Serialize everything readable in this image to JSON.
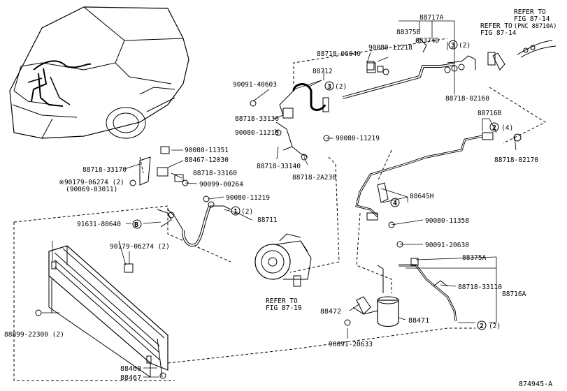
{
  "diagram_id": "874945-A",
  "labels": {
    "p88717A": "88717A",
    "p88375B": "88375B",
    "p88374D": "88374D",
    "c3_top": "3",
    "q2_top": "(2)",
    "refer_87_14_a_1": "REFER TO",
    "refer_87_14_a_2": "FIG 87-14",
    "refer_87_14_b_1": "REFER TO",
    "refer_87_14_b_2": "FIG 87-14",
    "refer_87_14_b_3": "(PNC 88710A)",
    "p88718_06040": "88718-06040",
    "p90080_11218_top": "90080-11218",
    "p88718_02160": "88718-02160",
    "p90091_40603": "90091-40603",
    "p88712": "88712",
    "c3_mid": "3",
    "q2_mid": "(2)",
    "p88718_33130": "88718-33130",
    "p90080_11218_mid": "90080-11218",
    "p90080_11219_mid": "90080-11219",
    "p88716B": "88716B",
    "c2_b": "2",
    "q4_b": "(4)",
    "p88718_02170": "88718-02170",
    "p90080_11351": "90080-11351",
    "p88467_12030": "88467-12030",
    "p88718_33170": "88718-33170",
    "p88718_33160": "88718-33160",
    "p90179_06274_a": "※90179-06274 (2)",
    "p90069_03011": "(90069-03011)",
    "p90099_00264": "90099-00264",
    "p88718_33140": "88718-33140",
    "p88718_2A230": "88718-2A230",
    "p88645H": "88645H",
    "c4": "4",
    "p90080_11219_low": "90080-11219",
    "c1": "1",
    "q2_c1": "(2)",
    "p88711": "88711",
    "p91631_80640": "91631-80640",
    "cB": "B",
    "p90080_11358": "90080-11358",
    "p90179_06274_b": "90179-06274 (2)",
    "p90091_20630": "90091-20630",
    "p88375A": "88375A",
    "p88718_33110": "88718-33110",
    "p88716A": "88716A",
    "refer_87_19_1": "REFER TO",
    "refer_87_19_2": "FIG 87-19",
    "p88472": "88472",
    "p88471": "88471",
    "c2_low": "2",
    "q2_low": "(2)",
    "p88899_22300": "88899-22300 (2)",
    "p90091_20633": "90091-20633",
    "p88460": "88460",
    "p88467": "88467"
  }
}
